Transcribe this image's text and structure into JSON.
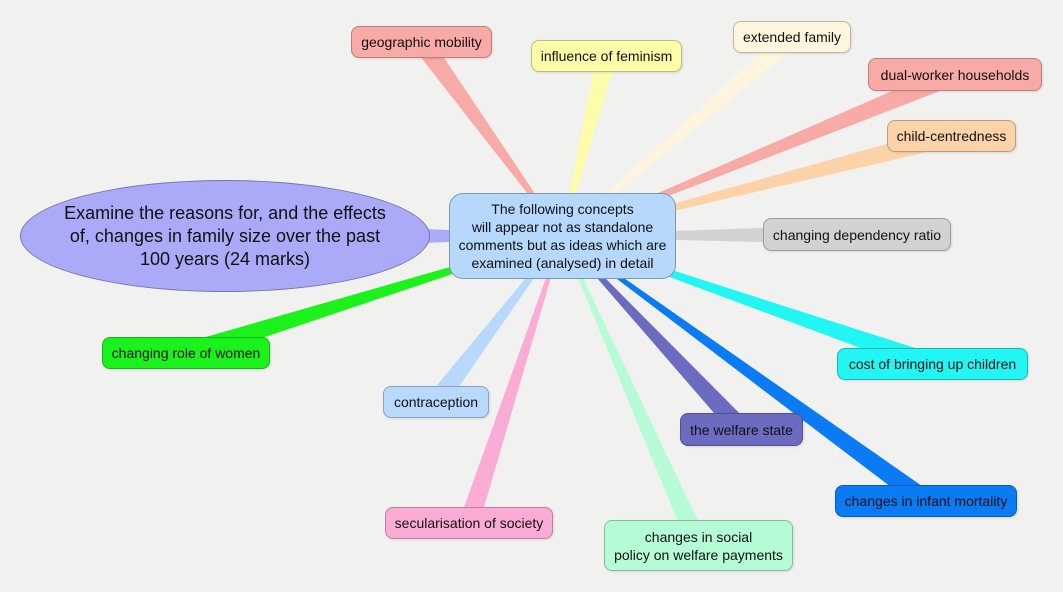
{
  "main_question": {
    "text": "Examine the reasons for, and the effects of, changes in family size over the past 100 years (24 marks)",
    "color": "#aaaaf8"
  },
  "center": {
    "text": "The following concepts\nwill appear not as standalone\ncomments but as ideas which are\nexamined (analysed) in detail",
    "color": "#b5d8fc"
  },
  "concepts": [
    {
      "label": "geographic mobility",
      "color": "#f8aaa7"
    },
    {
      "label": "influence of feminism",
      "color": "#fdfca8"
    },
    {
      "label": "extended family",
      "color": "#fdf5de"
    },
    {
      "label": "dual-worker households",
      "color": "#f8aaa7"
    },
    {
      "label": "child-centredness",
      "color": "#fcd3a9"
    },
    {
      "label": "changing dependency ratio",
      "color": "#d2d2d2"
    },
    {
      "label": "cost of bringing up children",
      "color": "#22f6f4"
    },
    {
      "label": "changes in infant mortality",
      "color": "#0b7bf4"
    },
    {
      "label": "the welfare state",
      "color": "#6b6bbf"
    },
    {
      "label": "changes in social\npolicy on welfare payments",
      "color": "#b4fbd6"
    },
    {
      "label": "secularisation of society",
      "color": "#fbacd5"
    },
    {
      "label": "contraception",
      "color": "#b8d9fb"
    },
    {
      "label": "changing role of women",
      "color": "#1bf21b"
    }
  ]
}
